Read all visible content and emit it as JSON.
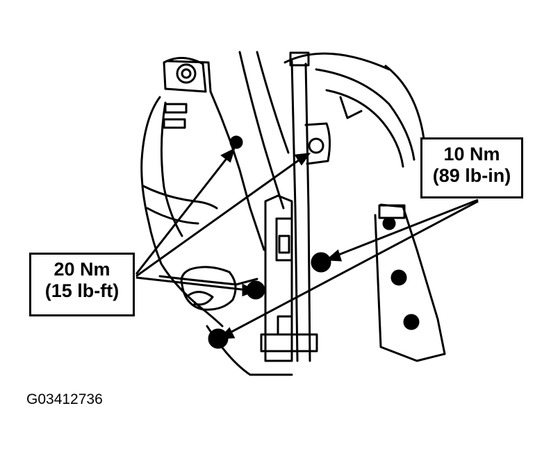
{
  "callouts": {
    "left": {
      "metric": "20 Nm",
      "imperial": "(15 lb-ft)"
    },
    "right": {
      "metric": "10 Nm",
      "imperial": "(89 lb-in)"
    }
  },
  "figure_id": "G03412736",
  "colors": {
    "ink": "#000000",
    "paper": "#ffffff"
  }
}
